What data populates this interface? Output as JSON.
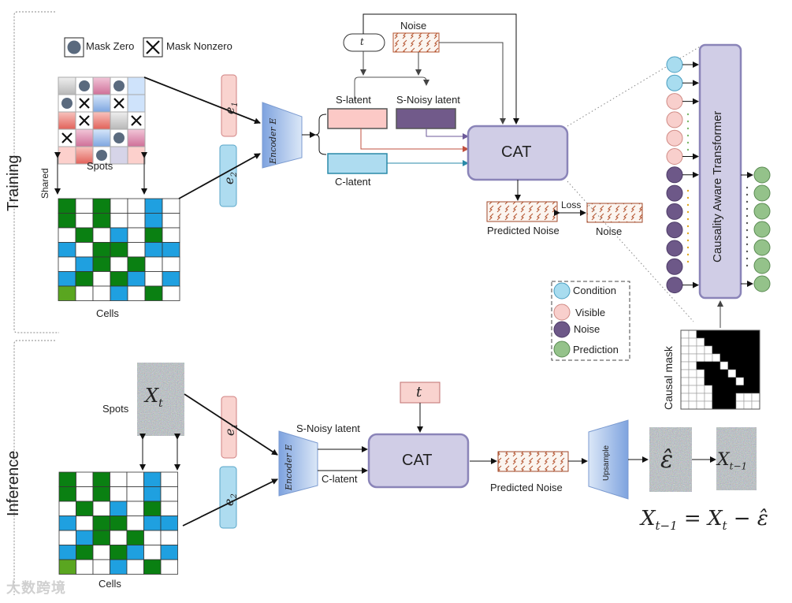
{
  "sections": {
    "training": "Training",
    "inference": "Inference"
  },
  "legend_mask": {
    "mask_zero": "Mask Zero",
    "mask_nonzero": "Mask Nonzero"
  },
  "training": {
    "spots_label": "Spots",
    "cells_label": "Cells",
    "shared_label": "Shared",
    "e1": "e",
    "e1_sub": "1",
    "e2": "e",
    "e2_sub": "2",
    "encoder_label": "Encoder E",
    "t_label": "t",
    "noise_label": "Noise",
    "s_latent": "S-latent",
    "s_noisy_latent": "S-Noisy latent",
    "c_latent": "C-latent",
    "cat_label": "CAT",
    "predicted_noise": "Predicted Noise",
    "loss_label": "Loss",
    "noise_target": "Noise"
  },
  "cat_detail": {
    "transformer_label": "Causality Aware Transformer",
    "causal_mask_label": "Causal mask",
    "input_tokens": [
      "condition",
      "condition",
      "visible",
      "visible",
      "visible",
      "visible",
      "noise",
      "noise",
      "noise",
      "noise",
      "noise",
      "noise",
      "noise"
    ],
    "output_tokens": 7
  },
  "token_legend": [
    {
      "type": "condition",
      "label": "Condition",
      "color": "#a8dcef"
    },
    {
      "type": "visible",
      "label": "Visible",
      "color": "#f8cfcc"
    },
    {
      "type": "noise",
      "label": "Noise",
      "color": "#6d5888"
    },
    {
      "type": "prediction",
      "label": "Prediction",
      "color": "#94c28a"
    }
  ],
  "inference": {
    "spots_label": "Spots",
    "xt_label": "X",
    "xt_sub": "t",
    "cells_label": "Cells",
    "e1": "e",
    "e1_sub": "1",
    "e2": "e",
    "e2_sub": "2",
    "encoder_label": "Encoder E",
    "t_label": "t",
    "s_noisy_latent": "S-Noisy latent",
    "c_latent": "C-latent",
    "cat_label": "CAT",
    "predicted_noise": "Predicted Noise",
    "upsample_label": "Upsample",
    "eps_hat": "ε̂",
    "xt1_label": "X",
    "xt1_sub": "t−1",
    "equation": "X_{t−1} = X_t − ε̂"
  },
  "spots_grid": [
    [
      "gray",
      "zero",
      "pink",
      "zero",
      "lblue"
    ],
    [
      "zero",
      "nonzero",
      "blue",
      "nonzero",
      "lblue"
    ],
    [
      "red",
      "nonzero",
      "red",
      "gray",
      "nonzero"
    ],
    [
      "nonzero",
      "pink",
      "blue",
      "zero",
      "pink"
    ],
    [
      "lpink",
      "red",
      "zero",
      "lav",
      "lpink"
    ]
  ],
  "cells_grid": [
    [
      "g",
      "w",
      "g",
      "w",
      "w",
      "b",
      "w"
    ],
    [
      "g",
      "w",
      "g",
      "w",
      "w",
      "b",
      "w"
    ],
    [
      "w",
      "g",
      "w",
      "b",
      "w",
      "g",
      "w"
    ],
    [
      "b",
      "w",
      "g",
      "g",
      "w",
      "b",
      "b"
    ],
    [
      "w",
      "b",
      "g",
      "w",
      "g",
      "w",
      "w"
    ],
    [
      "b",
      "g",
      "w",
      "g",
      "b",
      "w",
      "b"
    ],
    [
      "lg",
      "w",
      "w",
      "b",
      "w",
      "g",
      "w"
    ]
  ],
  "causal_mask": [
    "0011111111",
    "0001111111",
    "0000111111",
    "0000011111",
    "0011101111",
    "0001110111",
    "0001111011",
    "0000111111",
    "0000111000",
    "0000111000"
  ],
  "watermark": "大数跨境"
}
